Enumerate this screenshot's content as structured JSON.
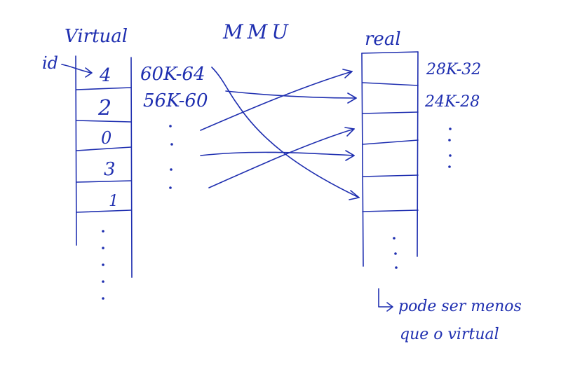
{
  "ink_color": "#1f2fb0",
  "background_color": "#ffffff",
  "titles": {
    "virtual": "Virtual",
    "mmu": "MMU",
    "real": "real"
  },
  "id_label": "id",
  "virtual_entries": [
    "4",
    "2",
    "0",
    "3",
    "1"
  ],
  "address_ranges_virtual": [
    "60K-64",
    "56K-60"
  ],
  "address_ranges_real": [
    "28K-32",
    "24K-28"
  ],
  "note": {
    "line1": "pode ser menos",
    "line2": "que o virtual"
  }
}
